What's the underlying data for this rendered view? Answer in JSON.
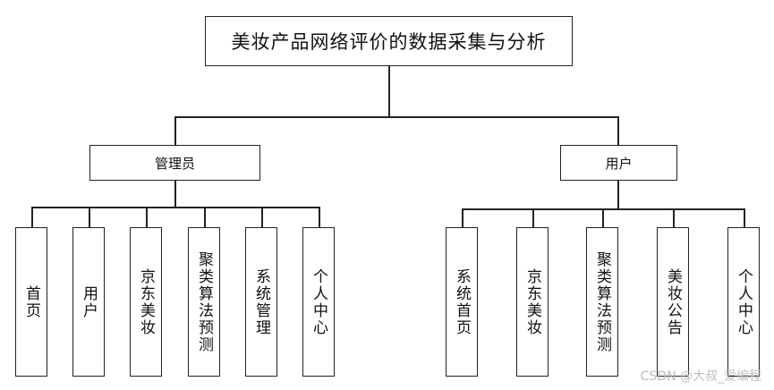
{
  "diagram": {
    "root": "美妆产品网络评价的数据采集与分析",
    "admin": {
      "label": "管理员",
      "children": [
        "首页",
        "用户",
        "京东美妆",
        "聚类算法预测",
        "系统管理",
        "个人中心"
      ]
    },
    "user": {
      "label": "用户",
      "children": [
        "系统首页",
        "京东美妆",
        "聚类算法预测",
        "美妆公告",
        "个人中心"
      ]
    }
  },
  "watermark": "CSDN @大叔_爱编程"
}
